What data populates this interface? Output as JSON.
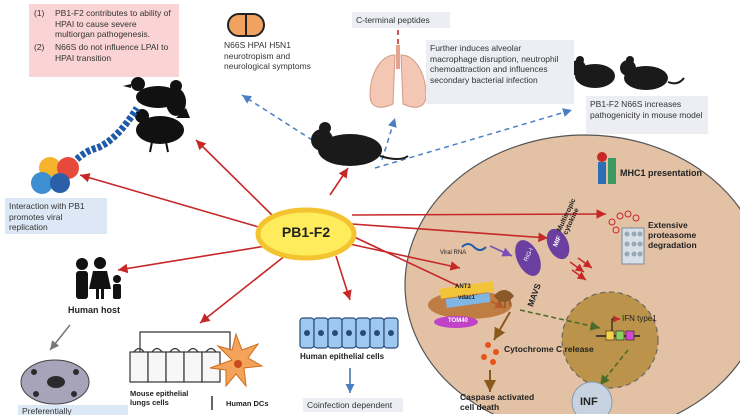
{
  "center_label": "PB1-F2",
  "notes": {
    "hpai_list": [
      {
        "num": "(1)",
        "text": "PB1-F2 contributes to ability of HPAI to cause severe multiorgan pathogenesis."
      },
      {
        "num": "(2)",
        "text": "N66S do not influence LPAI to HPAI transition"
      }
    ],
    "n66s_hpai": "N66S HPAI H5N1 neurotropism and neurological symptoms",
    "c_terminal": "C-terminal peptides",
    "alveolar": "Further induces alveolar macrophage disruption, neutrophil chemoattraction and influences secondary bacterial infection",
    "mouse_model": "PB1-F2 N66S increases pathogenicity in mouse model",
    "pb1_interaction": "Interaction with PB1 promotes viral replication",
    "mhc1": "MHC1 presentation",
    "proteasome": "Extensive proteasome degradation",
    "human_host": "Human host",
    "mito": "Preferentially mitochondrial",
    "mouse_cells": "Mouse epithelial lungs cells",
    "human_dcs": "Human DCs",
    "human_epithelial": "Human epithelial cells",
    "coinfection": "Coinfection dependent"
  },
  "cell_labels": {
    "viral_rna": "Viral RNA",
    "rig_i": "RIG-I",
    "mif": "MIF",
    "cytokine": "Multitropic cytokine",
    "ant3": "ANT3",
    "vdac1": "vdac1",
    "tom40": "TOM40",
    "mavs": "MAVS",
    "cyto_c": "Cytochrome C release",
    "caspase": "Caspase activated cell death",
    "ifn": "IFN type1",
    "inf": "INF"
  },
  "colors": {
    "red_arrow": "#c62828",
    "blue_dashed": "#4a7fc1",
    "cell_fill": "#e3c1a4",
    "pink_box": "#fad4d4",
    "grey_box": "#eceef3",
    "blue_box": "#dce8f5",
    "center": "#ffec5c"
  }
}
